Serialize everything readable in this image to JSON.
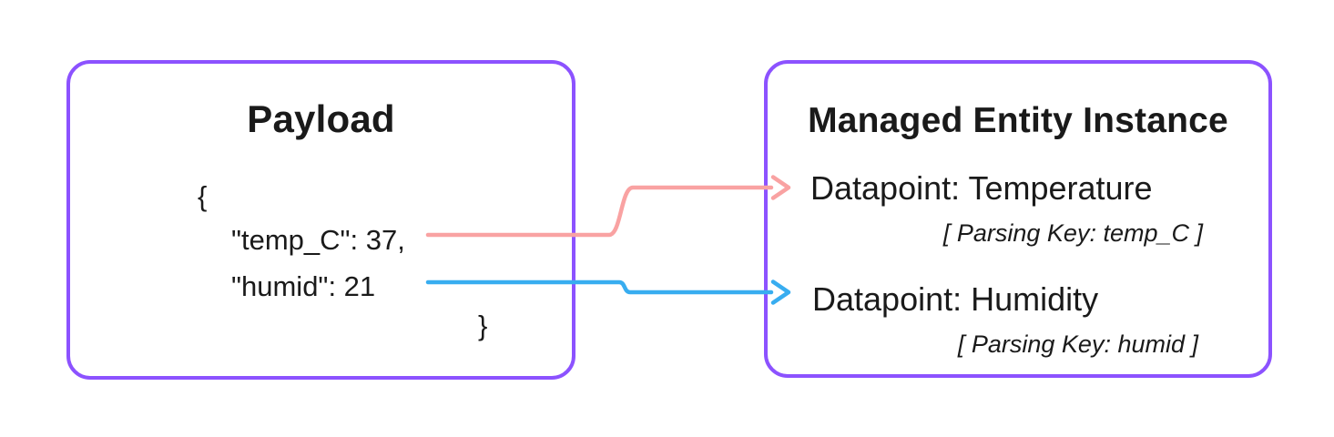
{
  "diagram": {
    "payload_box": {
      "title": "Payload",
      "json_lines": {
        "open_brace": "{",
        "temp_line": "\"temp_C\": 37,",
        "humid_line": "\"humid\": 21",
        "close_brace": "}"
      }
    },
    "entity_box": {
      "title": "Managed Entity Instance",
      "datapoints": [
        {
          "label": "Datapoint: Temperature",
          "parsing_key": "[ Parsing Key: temp_C ]"
        },
        {
          "label": "Datapoint: Humidity",
          "parsing_key": "[ Parsing Key: humid ]"
        }
      ]
    },
    "connectors": [
      {
        "name": "temperature-connector",
        "from": "\"temp_C\": 37,",
        "to": "Datapoint: Temperature",
        "color": "#F9A2A2"
      },
      {
        "name": "humidity-connector",
        "from": "\"humid\": 21",
        "to": "Datapoint: Humidity",
        "color": "#38ADF0"
      }
    ],
    "colors": {
      "border": "#8C52FF",
      "pink": "#F9A2A2",
      "blue": "#38ADF0",
      "text": "#1A1A1A",
      "background": "#FFFFFF"
    }
  }
}
